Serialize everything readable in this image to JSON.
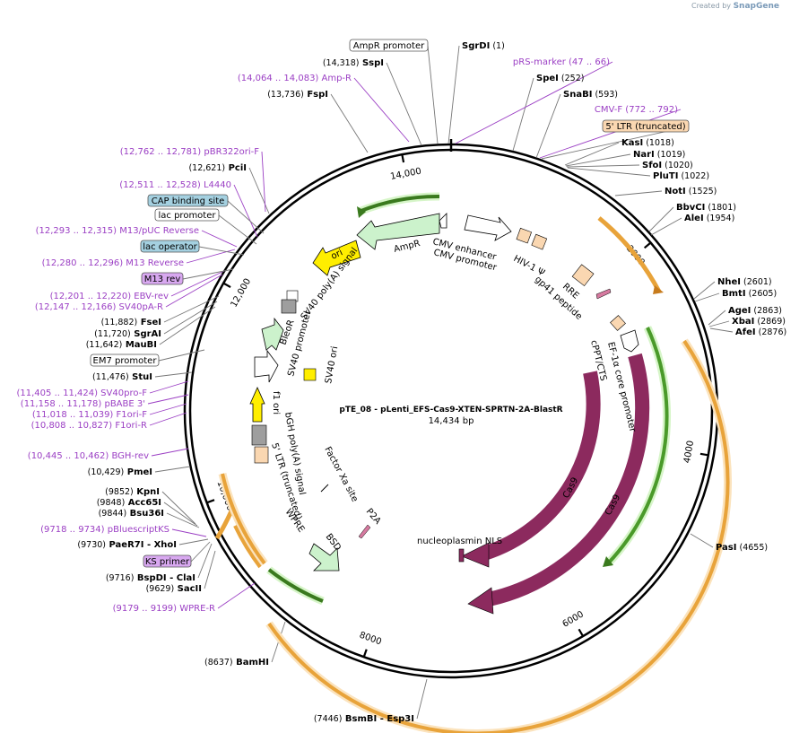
{
  "credit": {
    "prefix": "Created by",
    "brand": "SnapGene"
  },
  "plasmid": {
    "name": "pTE_08 - pLenti_EFS-Cas9-XTEN-SPRTN-2A-BlastR",
    "length_label": "14,434 bp",
    "length": 14434
  },
  "ruler_ticks": [
    {
      "value": 2000,
      "label": "2000"
    },
    {
      "value": 4000,
      "label": "4000"
    },
    {
      "value": 6000,
      "label": "6000"
    },
    {
      "value": 8000,
      "label": "8000"
    },
    {
      "value": 10000,
      "label": "10,000"
    },
    {
      "value": 12000,
      "label": "12,000"
    },
    {
      "value": 14000,
      "label": "14,000"
    }
  ],
  "enzymes_right": [
    {
      "name": "SgrDI",
      "pos": "(1)"
    },
    {
      "name": "SpeI",
      "pos": "(252)"
    },
    {
      "name": "SnaBI",
      "pos": "(593)"
    },
    {
      "name": "KasI",
      "pos": "(1018)"
    },
    {
      "name": "NarI",
      "pos": "(1019)"
    },
    {
      "name": "SfoI",
      "pos": "(1020)"
    },
    {
      "name": "PluTI",
      "pos": "(1022)"
    },
    {
      "name": "NotI",
      "pos": "(1525)"
    },
    {
      "name": "BbvCI",
      "pos": "(1801)"
    },
    {
      "name": "AleI",
      "pos": "(1954)"
    },
    {
      "name": "NheI",
      "pos": "(2601)"
    },
    {
      "name": "BmtI",
      "pos": "(2605)"
    },
    {
      "name": "AgeI",
      "pos": "(2863)"
    },
    {
      "name": "XbaI",
      "pos": "(2869)"
    },
    {
      "name": "AfeI",
      "pos": "(2876)"
    },
    {
      "name": "PasI",
      "pos": "(4655)"
    }
  ],
  "enzymes_left": [
    {
      "name": "SspI",
      "pos": "(14,318)"
    },
    {
      "name": "FspI",
      "pos": "(13,736)"
    },
    {
      "name": "PciI",
      "pos": "(12,621)"
    },
    {
      "name": "FseI",
      "pos": "(11,882)"
    },
    {
      "name": "SgrAI",
      "pos": "(11,720)"
    },
    {
      "name": "MauBI",
      "pos": "(11,642)"
    },
    {
      "name": "StuI",
      "pos": "(11,476)"
    },
    {
      "name": "PmeI",
      "pos": "(10,429)"
    },
    {
      "name": "KpnI",
      "pos": "(9852)"
    },
    {
      "name": "Acc65I",
      "pos": "(9848)"
    },
    {
      "name": "Bsu36I",
      "pos": "(9844)"
    },
    {
      "name": "PaeR7I - XhoI",
      "pos": "(9730)"
    },
    {
      "name": "BspDI - ClaI",
      "pos": "(9716)"
    },
    {
      "name": "SacII",
      "pos": "(9629)"
    },
    {
      "name": "BamHI",
      "pos": "(8637)"
    },
    {
      "name": "BsmBI - Esp3I",
      "pos": "(7446)"
    }
  ],
  "primers": [
    {
      "name": "pRS-marker",
      "pos": "(47 .. 66)"
    },
    {
      "name": "CMV-F",
      "pos": "(772 .. 792)"
    },
    {
      "name": "Amp-R",
      "pos": "(14,064 .. 14,083)"
    },
    {
      "name": "pBR322ori-F",
      "pos": "(12,762 .. 12,781)"
    },
    {
      "name": "L4440",
      "pos": "(12,511 .. 12,528)"
    },
    {
      "name": "M13/pUC Reverse",
      "pos": "(12,293 .. 12,315)"
    },
    {
      "name": "M13 Reverse",
      "pos": "(12,280 .. 12,296)"
    },
    {
      "name": "EBV-rev",
      "pos": "(12,201 .. 12,220)"
    },
    {
      "name": "SV40pA-R",
      "pos": "(12,147 .. 12,166)"
    },
    {
      "name": "SV40pro-F",
      "pos": "(11,405 .. 11,424)"
    },
    {
      "name": "pBABE 3'",
      "pos": "(11,158 .. 11,178)"
    },
    {
      "name": "F1ori-F",
      "pos": "(11,018 .. 11,039)"
    },
    {
      "name": "F1ori-R",
      "pos": "(10,808 .. 10,827)"
    },
    {
      "name": "BGH-rev",
      "pos": "(10,445 .. 10,462)"
    },
    {
      "name": "pBluescriptKS",
      "pos": "(9718 .. 9734)"
    },
    {
      "name": "WPRE-R",
      "pos": "(9179 .. 9199)"
    }
  ],
  "boxed_labels": [
    {
      "name": "AmpR promoter",
      "style": "white"
    },
    {
      "name": "5' LTR (truncated)",
      "style": "peach"
    },
    {
      "name": "CAP binding site",
      "style": "blue"
    },
    {
      "name": "lac promoter",
      "style": "white"
    },
    {
      "name": "lac operator",
      "style": "blue"
    },
    {
      "name": "M13 rev",
      "style": "violet"
    },
    {
      "name": "EM7 promoter",
      "style": "white"
    },
    {
      "name": "KS primer",
      "style": "violet"
    }
  ],
  "feature_labels": {
    "cmv_enhancer": "CMV enhancer",
    "cmv_promoter": "CMV promoter",
    "ampr": "AmpR",
    "ori": "ori",
    "hiv": "HIV-1 Ψ",
    "rre": "RRE",
    "gp41": "gp41 peptide",
    "cppt": "cPPT/CTS",
    "efs": "EF-1α core promoter",
    "sv40_polya": "SV40 poly(A) signal",
    "sv40_promoter": "SV40 promoter",
    "bleor": "BleoR",
    "sv40_ori": "SV40 ori",
    "f1_ori": "f1 ori",
    "bgh": "bGH poly(A) signal",
    "ltr5": "5' LTR (truncated)",
    "factor_xa": "Factor Xa site",
    "p2a": "P2A",
    "wpre": "WPRE",
    "bsd": "BSD",
    "nls": "nucleoplasmin NLS",
    "cas9a": "Cas9",
    "cas9b": "Cas9"
  },
  "colors": {
    "backbone": "#000000",
    "primer": "#9b3fc4",
    "cas9": "#8c2a5e",
    "marker": "#ccf2cc",
    "origin": "#ffee00",
    "promoter": "#ffffff",
    "ltr": "#fad7b1",
    "terminator": "#9e9e9e",
    "orange_arc": "#e8a33a",
    "green_arc": "#4a9a2a",
    "operator_blue": "#a4d0e0",
    "primer_box": "#d8a8f0",
    "sv40ori": "#ffee00"
  }
}
